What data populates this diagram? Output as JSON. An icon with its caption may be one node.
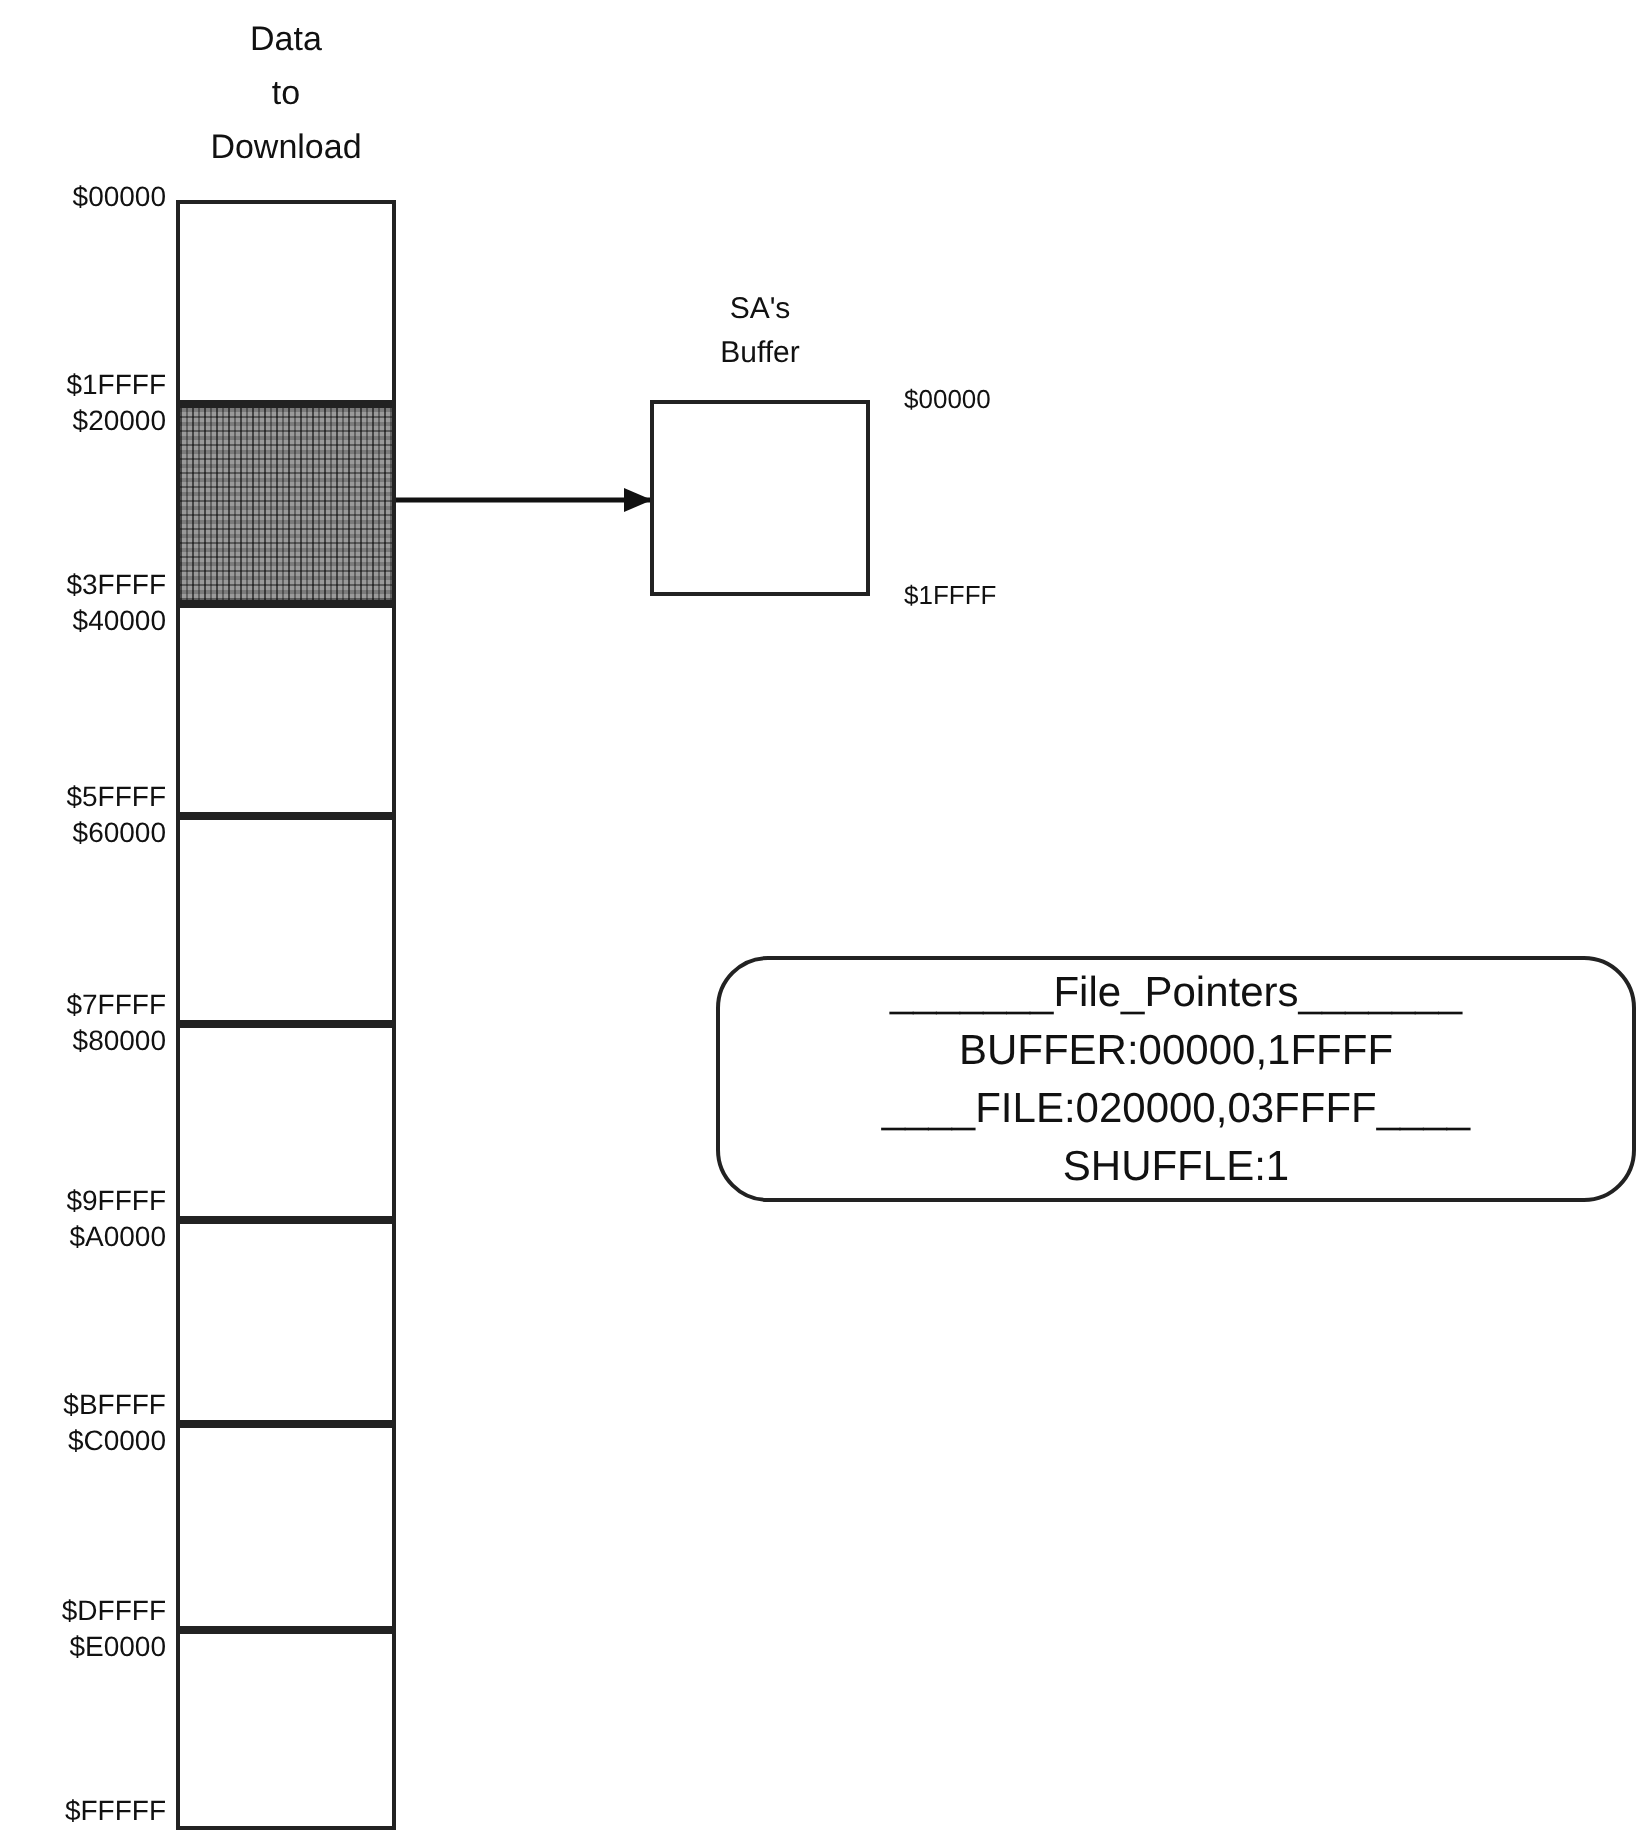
{
  "diagram": {
    "nodes": [
      {
        "text": [
          "Data to Download"
        ]
      },
      {
        "text": [],
        "shape": "box",
        "in": 0,
        "beside": [
          "$00000",
          "$1FFFF"
        ]
      },
      {
        "text": [],
        "shape": "box",
        "in": 0,
        "beside": [
          "$20000",
          "$3FFFF"
        ]
      },
      {
        "text": [],
        "shape": "box",
        "in": 0,
        "beside": [
          "$40000",
          "$5FFFF"
        ]
      },
      {
        "text": [],
        "shape": "box",
        "in": 0,
        "beside": [
          "$60000",
          "$7FFFF"
        ]
      },
      {
        "text": [],
        "shape": "box",
        "in": 0,
        "beside": [
          "$80000",
          "$9FFFF"
        ]
      },
      {
        "text": [],
        "shape": "box",
        "in": 0,
        "beside": [
          "$A0000",
          "$BFFFF"
        ]
      },
      {
        "text": [],
        "shape": "box",
        "in": 0,
        "beside": [
          "$C0000",
          "$DFFFF"
        ]
      },
      {
        "text": [],
        "shape": "box",
        "in": 0,
        "beside": [
          "$E0000",
          "$FFFFF"
        ]
      },
      {
        "text": [
          "SA's Buffer"
        ],
        "beside": [
          "$00000",
          "$1FFFF"
        ]
      },
      {
        "text": [
          "_______File_Pointers_______",
          "BUFFER:00000,1FFFF",
          "____FILE:020000,03FFFF____",
          "SHUFFLE:1"
        ]
      }
    ],
    "edges": [
      {
        "from": 2,
        "to": 9,
        "arrow": "to"
      }
    ]
  }
}
